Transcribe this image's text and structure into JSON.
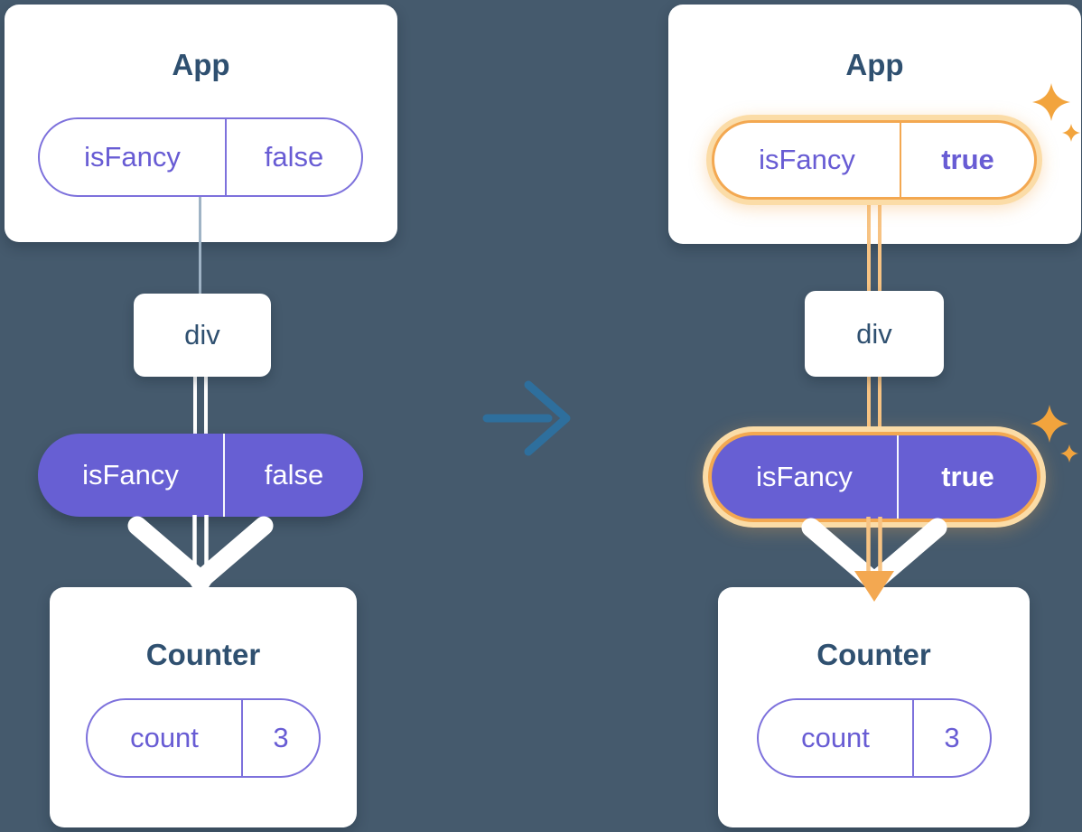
{
  "colors": {
    "bg": "#455a6d",
    "card": "#ffffff",
    "title": "#2f5070",
    "purple": "#685cd4",
    "purple_border": "#7d71dc",
    "purple_fill": "#675fd3",
    "orange": "#f3a851",
    "orange_glow": "#fbdca7",
    "orange_line": "#f7c383",
    "sparkle": "#f2a43d",
    "arrow_blue": "#2e6f9d",
    "line": "#9fb3c5"
  },
  "left": {
    "app_title": "App",
    "app_prop": {
      "name": "isFancy",
      "value": "false"
    },
    "div_label": "div",
    "prop_pill": {
      "name": "isFancy",
      "value": "false"
    },
    "counter_title": "Counter",
    "count_state": {
      "name": "count",
      "value": "3"
    }
  },
  "right": {
    "app_title": "App",
    "app_prop": {
      "name": "isFancy",
      "value": "true"
    },
    "div_label": "div",
    "prop_pill": {
      "name": "isFancy",
      "value": "true"
    },
    "counter_title": "Counter",
    "count_state": {
      "name": "count",
      "value": "3"
    }
  }
}
